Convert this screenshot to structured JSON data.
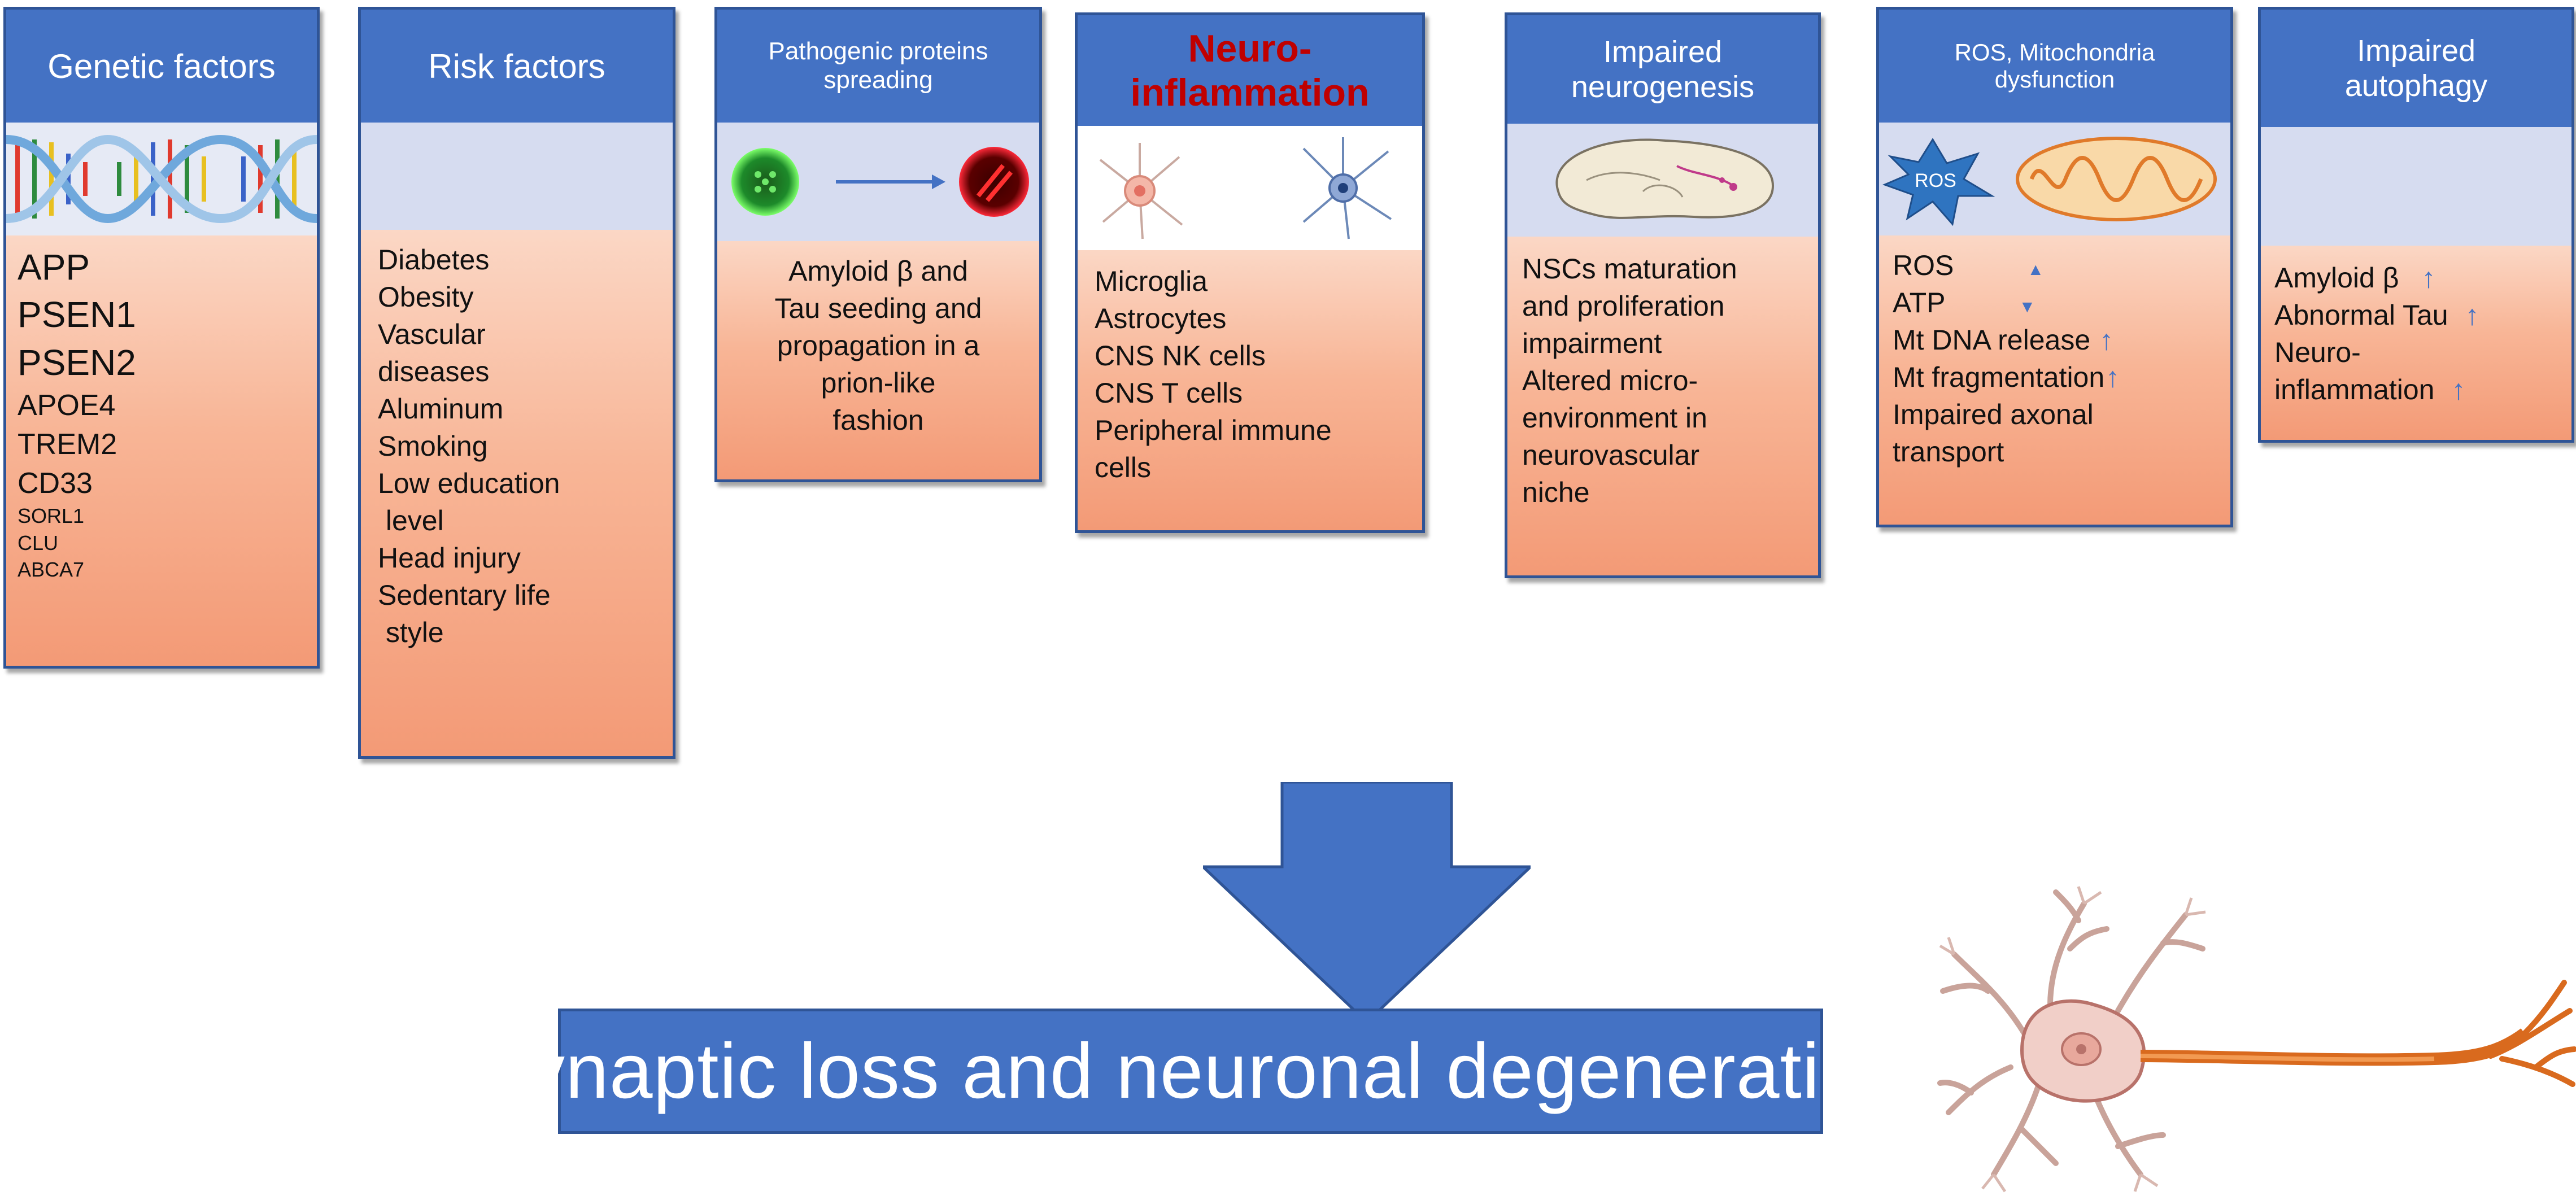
{
  "boxes": {
    "genetic": {
      "title": "Genetic factors",
      "items": [
        "APP",
        "PSEN1",
        "PSEN2",
        "APOE4",
        "TREM2",
        "CD33",
        "SORL1",
        "CLU",
        "ABCA7"
      ]
    },
    "risk": {
      "title": "Risk factors",
      "items": [
        "Diabetes",
        "Obesity",
        "Vascular",
        "diseases",
        "Aluminum",
        "Smoking",
        "Low education",
        " level",
        "Head injury",
        "Sedentary life",
        " style"
      ]
    },
    "pathogenic": {
      "title": "Pathogenic proteins\nspreading",
      "text": [
        "Amyloid β and",
        "Tau seeding and",
        "propagation in a",
        "prion-like",
        "fashion"
      ]
    },
    "neuroinflammation": {
      "title": "Neuro-\ninflammation",
      "items": [
        "Microglia",
        "Astrocytes",
        "CNS NK cells",
        "CNS T cells",
        "Peripheral immune",
        "cells"
      ]
    },
    "neurogenesis": {
      "title": "Impaired\nneurogenesis",
      "items": [
        "NSCs maturation",
        "and proliferation",
        "impairment",
        "Altered micro-",
        "environment in",
        "neurovascular",
        "niche"
      ]
    },
    "ros": {
      "title": "ROS,  Mitochondria\ndysfunction",
      "ros_label": "ROS",
      "items": [
        "ROS",
        "ATP",
        "Mt DNA release",
        "Mt fragmentation",
        "Impaired axonal",
        "transport"
      ],
      "arrows": [
        "▲",
        "▼",
        "↑",
        "↑"
      ]
    },
    "autophagy": {
      "title": "Impaired\nautophagy",
      "items": [
        "Amyloid β",
        "Abnormal Tau",
        "Neuro-",
        "inflammation"
      ],
      "arrows": [
        "↑",
        "↑",
        "↑"
      ]
    }
  },
  "result": "Synaptic loss and neuronal degeneration",
  "colors": {
    "header_blue": "#4472c4",
    "border_blue": "#2f5496",
    "band": "#d6dcf0",
    "body_peach": "#f8b898",
    "neuro_title_red": "#c00000"
  }
}
